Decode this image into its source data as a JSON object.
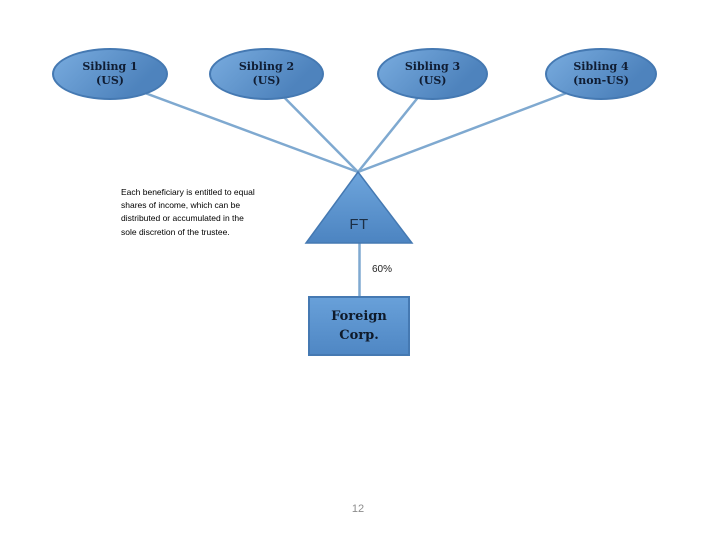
{
  "slide": {
    "beneficiaries": [
      {
        "name": "Sibling 1",
        "status": "(US)"
      },
      {
        "name": "Sibling 2",
        "status": "(US)"
      },
      {
        "name": "Sibling 3",
        "status": "(US)"
      },
      {
        "name": "Sibling 4",
        "status": "(non-US)"
      }
    ],
    "note": "Each beneficiary is entitled to equal\nshares of income, which can be\ndistributed or accumulated in the\nsole discretion of the trustee.",
    "trust_label": "FT",
    "ownership_label": "60%",
    "company": "Foreign\nCorp.",
    "page_number": "12",
    "colors": {
      "shape_fill_light": "#79acdf",
      "shape_fill_dark": "#4e83bd",
      "shape_border": "#4579b2",
      "connector": "#7fa9d0",
      "shape_text": "#101d33",
      "note_text": "#000000",
      "page_number_text": "#8c8c8c"
    }
  }
}
